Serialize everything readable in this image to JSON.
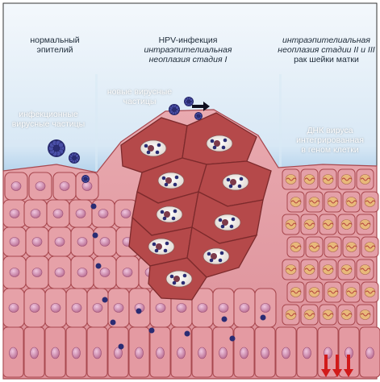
{
  "labels": {
    "normal_epithelium": [
      "нормальный",
      "эпителий"
    ],
    "hpv_infection": [
      "HPV-инфекция",
      "интраэпителиальная",
      "неоплазия стадия I"
    ],
    "cin_stage": [
      "интраэпителиальная",
      "неоплазия стадии II и III",
      "рак шейки матки"
    ],
    "new_particles": [
      "новые вирусные",
      "частицы"
    ],
    "infectious_particles": [
      "инфекционные",
      "вирусные частицы"
    ],
    "integrated_dna": [
      "ДНК вируса",
      "интегрированная",
      "в геном клетки"
    ]
  },
  "colors": {
    "sky_top": "#e8f2fa",
    "sky_bottom": "#2f7dc2",
    "normal_cell": "#e6a1a8",
    "cell_outline": "#a8484f",
    "cell_nucleus": "#c97a9a",
    "infected_cell": "#b5494a",
    "vacuole": "#f2eeea",
    "virus": "#2a2c73",
    "arrow": "#d11a1a",
    "divider": "#d9e9f5"
  },
  "icons": [
    "virus-cluster-icon",
    "virus-particle-icon",
    "arrow-right-icon",
    "arrow-down-icon"
  ]
}
